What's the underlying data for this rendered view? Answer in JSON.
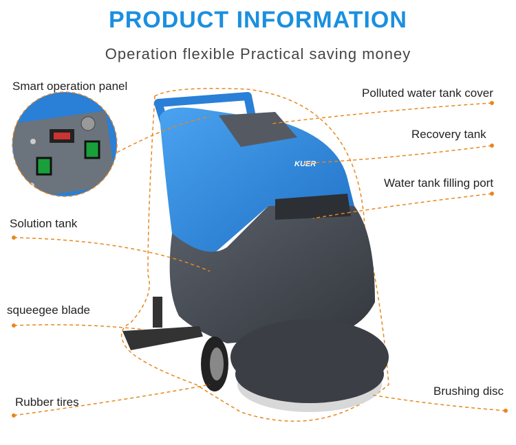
{
  "header": {
    "title": "PRODUCT INFORMATION",
    "subtitle": "Operation flexible Practical saving money"
  },
  "product": {
    "brand": "KUER"
  },
  "labels": {
    "smart_panel": "Smart operation panel",
    "polluted_cover": "Polluted water tank cover",
    "recovery_tank": "Recovery tank",
    "filling_port": "Water tank filling port",
    "solution_tank": "Solution tank",
    "squeegee": "squeegee blade",
    "brushing_disc": "Brushing disc",
    "rubber_tires": "Rubber tires"
  },
  "colors": {
    "accent": "#1a8fe0",
    "leader": "#e8861c",
    "body_blue": "#2a7fd6",
    "body_grey": "#4a4f57"
  }
}
